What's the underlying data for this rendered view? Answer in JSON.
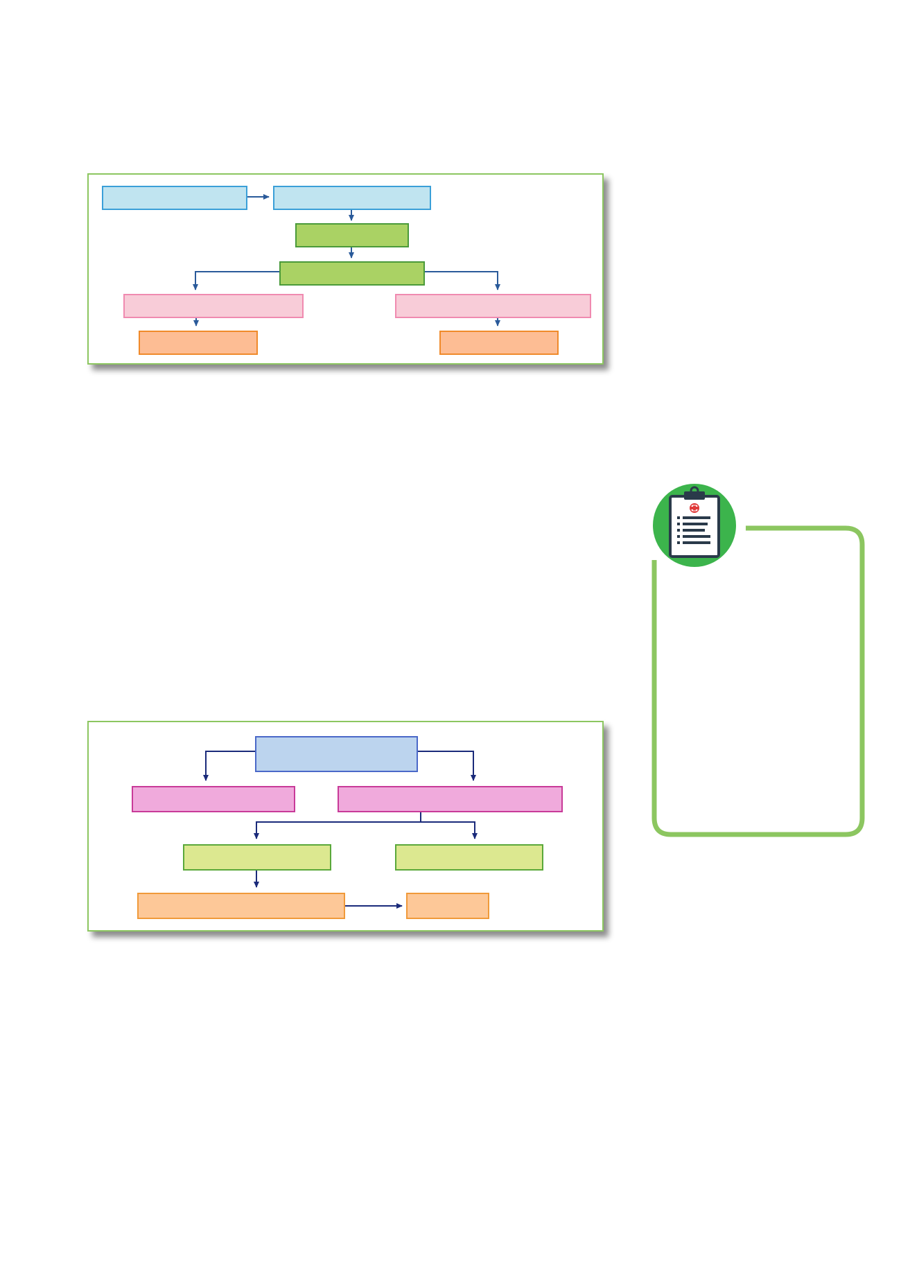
{
  "colors": {
    "panel_border": "#8cc660",
    "arrow_flow1": "#2a5a9a",
    "arrow_flow2": "#1a2a7a",
    "blue_fill": "#c0e4f0",
    "blue_border": "#3a9fd8",
    "green_fill": "#aad264",
    "green_border": "#4a9a3a",
    "pink_fill": "#f8ccd8",
    "pink_border": "#f08ab0",
    "orange_fill": "#fdbd94",
    "orange_border": "#f08a2a",
    "lightblue_fill": "#bcd4ee",
    "lightblue_border": "#4a68c8",
    "magenta_fill": "#f0aadc",
    "magenta_border": "#c83a98",
    "lime_fill": "#dce890",
    "lime_border": "#5aa83a",
    "peach_fill": "#fdc898",
    "peach_border": "#f09a3a",
    "sidebar_border": "#8cc660",
    "badge_fill": "#3cb44c",
    "clipboard_outline": "#2a3a4a",
    "cross_red": "#e03a3a"
  },
  "icons": {
    "badge": "clipboard-medical-icon"
  },
  "flowchart_1": {
    "nodes": [
      {
        "id": "a1",
        "label": ""
      },
      {
        "id": "a2",
        "label": ""
      },
      {
        "id": "b",
        "label": ""
      },
      {
        "id": "c",
        "label": ""
      },
      {
        "id": "d1",
        "label": ""
      },
      {
        "id": "d2",
        "label": ""
      },
      {
        "id": "e1",
        "label": ""
      },
      {
        "id": "e2",
        "label": ""
      }
    ]
  },
  "flowchart_2": {
    "nodes": [
      {
        "id": "top",
        "label": ""
      },
      {
        "id": "m1",
        "label": ""
      },
      {
        "id": "m2",
        "label": ""
      },
      {
        "id": "g1",
        "label": ""
      },
      {
        "id": "g2",
        "label": ""
      },
      {
        "id": "o1",
        "label": ""
      },
      {
        "id": "o2",
        "label": ""
      }
    ]
  },
  "sidebar_note": {
    "text": ""
  }
}
